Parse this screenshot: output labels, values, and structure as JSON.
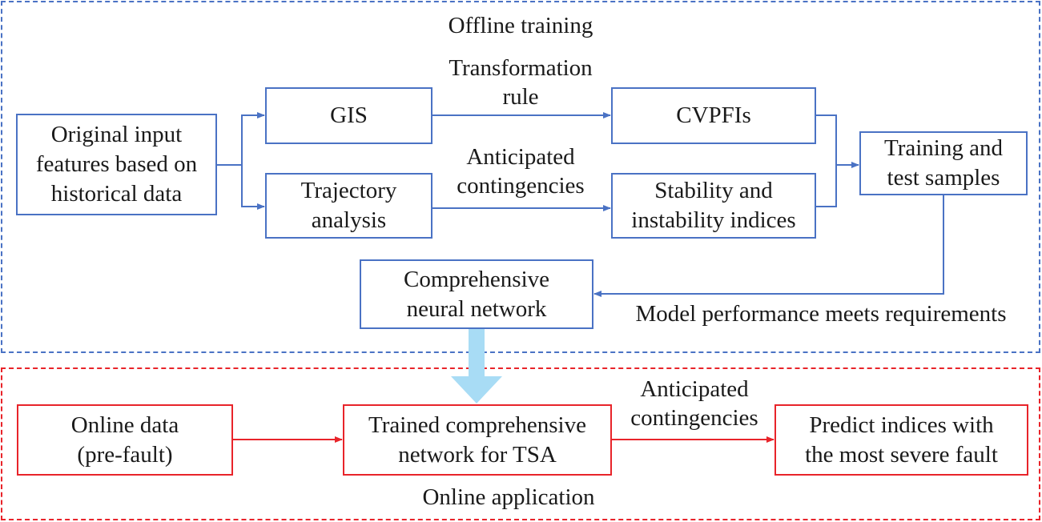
{
  "colors": {
    "offline": "#4a72c4",
    "online": "#e8242a",
    "transfer_arrow": "#a8dcf5"
  },
  "offline": {
    "region_label": "Offline training",
    "boxes": {
      "original": "Original input\nfeatures based on\nhistorical data",
      "gis": "GIS",
      "cvpfis": "CVPFIs",
      "trajectory": "Trajectory\nanalysis",
      "stability": "Stability and\ninstability indices",
      "samples": "Training and\ntest samples",
      "network": "Comprehensive\nneural network"
    },
    "edge_labels": {
      "transformation": "Transformation\nrule",
      "anticipated": "Anticipated\ncontingencies",
      "requirements": "Model performance meets requirements"
    }
  },
  "online": {
    "region_label": "Online application",
    "boxes": {
      "data": "Online data\n(pre-fault)",
      "trained": "Trained comprehensive\nnetwork for TSA",
      "predict": "Predict indices with\nthe most severe fault"
    },
    "edge_labels": {
      "anticipated": "Anticipated\ncontingencies"
    }
  }
}
